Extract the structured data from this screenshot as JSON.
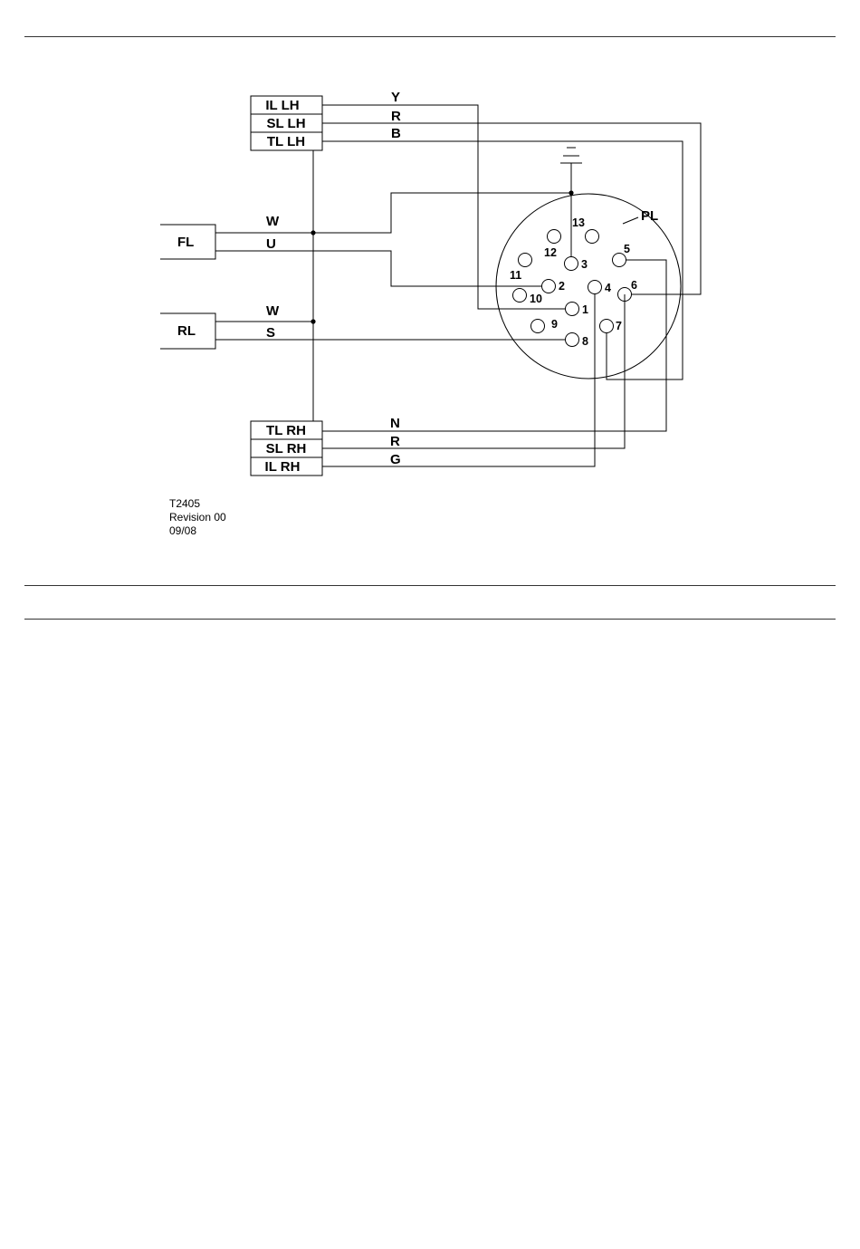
{
  "diagram_id": "T2405",
  "revision": "Revision 00",
  "date": "09/08",
  "connector_label": "PL",
  "lamps": {
    "il_lh": "IL LH",
    "sl_lh": "SL LH",
    "tl_lh": "TL LH",
    "tl_rh": "TL RH",
    "sl_rh": "SL RH",
    "il_rh": "IL RH",
    "fl": "FL",
    "rl": "RL"
  },
  "wire_colors": {
    "il_lh": "Y",
    "sl_lh": "R",
    "tl_lh": "B",
    "fl_top": "W",
    "fl_bottom": "U",
    "rl_top": "W",
    "rl_bottom": "S",
    "tl_rh": "N",
    "sl_rh": "R",
    "il_rh": "G"
  },
  "pins": [
    "1",
    "2",
    "3",
    "4",
    "5",
    "6",
    "7",
    "8",
    "9",
    "10",
    "11",
    "12",
    "13"
  ]
}
